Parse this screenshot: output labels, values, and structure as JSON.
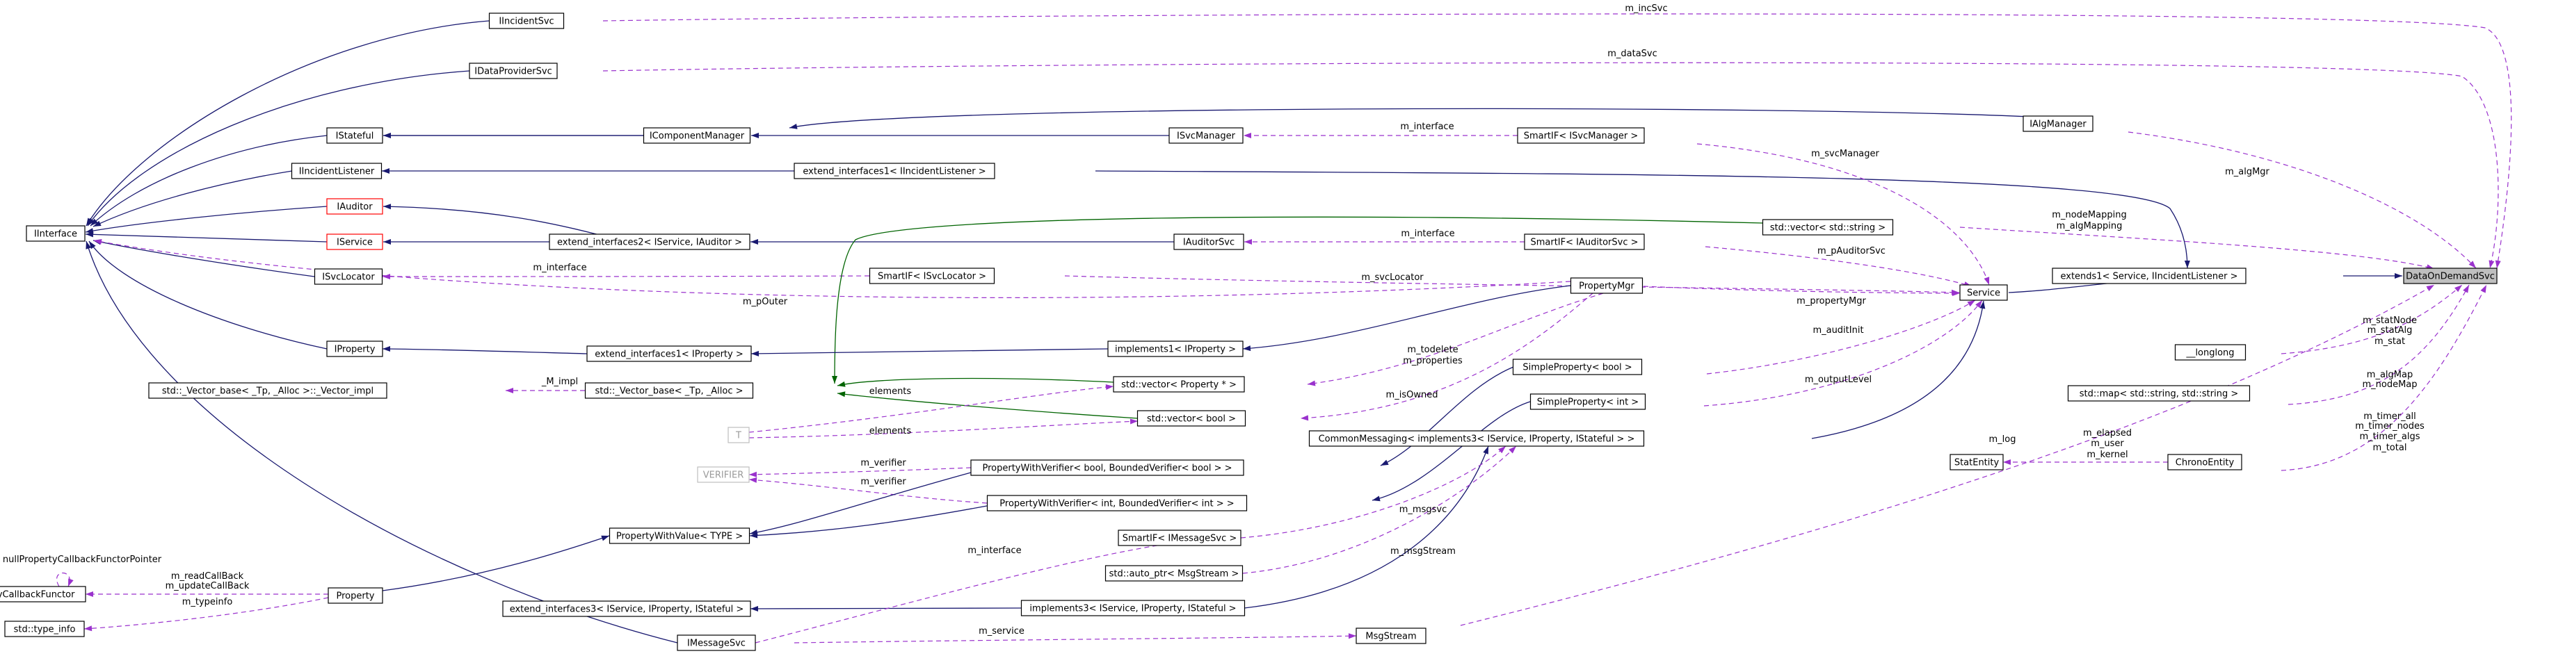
{
  "nodes": [
    {
      "id": "DataOnDemandSvc",
      "label": "DataOnDemandSvc",
      "style": "highlight"
    },
    {
      "id": "IIncidentSvc",
      "label": "IIncidentSvc"
    },
    {
      "id": "IDataProviderSvc",
      "label": "IDataProviderSvc"
    },
    {
      "id": "IStateful",
      "label": "IStateful"
    },
    {
      "id": "IComponentManager",
      "label": "IComponentManager"
    },
    {
      "id": "IAlgManager",
      "label": "IAlgManager"
    },
    {
      "id": "ISvcManager",
      "label": "ISvcManager"
    },
    {
      "id": "SmartIF_ISvcManager",
      "label": "SmartIF< ISvcManager >"
    },
    {
      "id": "IIncidentListener",
      "label": "IIncidentListener"
    },
    {
      "id": "ext1_IIncidentListener",
      "label": "extend_interfaces1< IIncidentListener >"
    },
    {
      "id": "IAuditor",
      "label": "IAuditor",
      "style": "red"
    },
    {
      "id": "IInterface",
      "label": "IInterface"
    },
    {
      "id": "IService",
      "label": "IService",
      "style": "red"
    },
    {
      "id": "ext2_IService_IAuditor",
      "label": "extend_interfaces2< IService, IAuditor >"
    },
    {
      "id": "IAuditorSvc",
      "label": "IAuditorSvc"
    },
    {
      "id": "SmartIF_IAuditorSvc",
      "label": "SmartIF< IAuditorSvc >"
    },
    {
      "id": "vector_string",
      "label": "std::vector< std::string >"
    },
    {
      "id": "ext1_Service_IIncidentListener",
      "label": "extends1< Service, IIncidentListener >"
    },
    {
      "id": "ISvcLocator",
      "label": "ISvcLocator"
    },
    {
      "id": "SmartIF_ISvcLocator",
      "label": "SmartIF< ISvcLocator >"
    },
    {
      "id": "Service",
      "label": "Service"
    },
    {
      "id": "IProperty",
      "label": "IProperty"
    },
    {
      "id": "ext1_IProperty",
      "label": "extend_interfaces1< IProperty >"
    },
    {
      "id": "impl1_IProperty",
      "label": "implements1< IProperty >"
    },
    {
      "id": "PropertyMgr",
      "label": "PropertyMgr"
    },
    {
      "id": "SimpleProperty_bool",
      "label": "SimpleProperty< bool >"
    },
    {
      "id": "SimpleProperty_int",
      "label": "SimpleProperty< int >"
    },
    {
      "id": "longlong",
      "label": "__longlong"
    },
    {
      "id": "map_string_string",
      "label": "std::map< std::string, std::string >"
    },
    {
      "id": "Vector_impl",
      "label": "std::_Vector_base< _Tp, _Alloc >::_Vector_impl"
    },
    {
      "id": "Vector_base",
      "label": "std::_Vector_base< _Tp, _Alloc >"
    },
    {
      "id": "vector_Property_ptr",
      "label": "std::vector< Property * >"
    },
    {
      "id": "T",
      "label": "T",
      "style": "grey"
    },
    {
      "id": "vector_bool",
      "label": "std::vector< bool >"
    },
    {
      "id": "CommonMessaging",
      "label": "CommonMessaging< implements3< IService, IProperty, IStateful > >"
    },
    {
      "id": "StatEntity",
      "label": "StatEntity"
    },
    {
      "id": "ChronoEntity",
      "label": "ChronoEntity"
    },
    {
      "id": "VERIFIER",
      "label": "VERIFIER",
      "style": "grey"
    },
    {
      "id": "PWV_bool",
      "label": "PropertyWithVerifier< bool, BoundedVerifier< bool > >"
    },
    {
      "id": "PWV_int",
      "label": "PropertyWithVerifier< int, BoundedVerifier< int > >"
    },
    {
      "id": "PropertyWithValue",
      "label": "PropertyWithValue< TYPE >"
    },
    {
      "id": "SmartIF_IMessageSvc",
      "label": "SmartIF< IMessageSvc >"
    },
    {
      "id": "PropertyCallbackFunctor",
      "label": "PropertyCallbackFunctor"
    },
    {
      "id": "Property",
      "label": "Property"
    },
    {
      "id": "auto_ptr_MsgStream",
      "label": "std::auto_ptr< MsgStream >"
    },
    {
      "id": "type_info",
      "label": "std::type_info"
    },
    {
      "id": "ext3",
      "label": "extend_interfaces3< IService, IProperty, IStateful >"
    },
    {
      "id": "impl3",
      "label": "implements3< IService, IProperty, IStateful >"
    },
    {
      "id": "IMessageSvc",
      "label": "IMessageSvc"
    },
    {
      "id": "MsgStream",
      "label": "MsgStream"
    }
  ],
  "edges": [
    {
      "id": "e_incSvc",
      "from": "IIncidentSvc",
      "to": "DataOnDemandSvc",
      "kind": "use",
      "label": "m_incSvc"
    },
    {
      "id": "e_dataSvc",
      "from": "IDataProviderSvc",
      "to": "DataOnDemandSvc",
      "kind": "use",
      "label": "m_dataSvc"
    },
    {
      "id": "e_algMgr",
      "from": "IAlgManager",
      "to": "DataOnDemandSvc",
      "kind": "use",
      "label": "m_algMgr"
    },
    {
      "id": "e_nodeMapping",
      "from": "vector_string",
      "to": "DataOnDemandSvc",
      "kind": "use",
      "label": "m_nodeMapping\nm_algMapping"
    },
    {
      "id": "e_ext1svc",
      "from": "ext1_Service_IIncidentListener",
      "to": "DataOnDemandSvc",
      "kind": "inh",
      "label": ""
    },
    {
      "id": "e_statNode",
      "from": "longlong",
      "to": "DataOnDemandSvc",
      "kind": "use",
      "label": "m_statNode\nm_statAlg\nm_stat"
    },
    {
      "id": "e_algMap",
      "from": "map_string_string",
      "to": "DataOnDemandSvc",
      "kind": "use",
      "label": "m_algMap\nm_nodeMap"
    },
    {
      "id": "e_timer",
      "from": "ChronoEntity",
      "to": "DataOnDemandSvc",
      "kind": "use",
      "label": "m_timer_all\nm_timer_nodes\nm_timer_algs\nm_total"
    },
    {
      "id": "e_log",
      "from": "MsgStream",
      "to": "DataOnDemandSvc",
      "kind": "use",
      "label": "m_log"
    },
    {
      "id": "e_svc_ext1",
      "from": "Service",
      "to": "ext1_Service_IIncidentListener",
      "kind": "inh",
      "label": ""
    },
    {
      "id": "e_ill_ext1",
      "from": "IIncidentListener",
      "to": "ext1_Service_IIncidentListener",
      "kind": "inh",
      "label": ""
    },
    {
      "id": "e_svcMgr",
      "from": "SmartIF_ISvcManager",
      "to": "Service",
      "kind": "use",
      "label": "m_svcManager"
    },
    {
      "id": "e_pAud",
      "from": "SmartIF_IAuditorSvc",
      "to": "Service",
      "kind": "use",
      "label": "m_pAuditorSvc"
    },
    {
      "id": "e_svcLoc",
      "from": "SmartIF_ISvcLocator",
      "to": "Service",
      "kind": "use",
      "label": "m_svcLocator"
    },
    {
      "id": "e_propMgr",
      "from": "PropertyMgr",
      "to": "Service",
      "kind": "use",
      "label": "m_propertyMgr"
    },
    {
      "id": "e_auditInit",
      "from": "SimpleProperty_bool",
      "to": "Service",
      "kind": "use",
      "label": "m_auditInit"
    },
    {
      "id": "e_outLvl",
      "from": "SimpleProperty_int",
      "to": "Service",
      "kind": "use",
      "label": "m_outputLevel"
    },
    {
      "id": "e_cm_svc",
      "from": "CommonMessaging",
      "to": "Service",
      "kind": "inh",
      "label": ""
    },
    {
      "id": "e_ifc_inc",
      "from": "IInterface",
      "to": "IIncidentSvc",
      "kind": "inh",
      "label": ""
    },
    {
      "id": "e_ifc_dp",
      "from": "IInterface",
      "to": "IDataProviderSvc",
      "kind": "inh",
      "label": ""
    },
    {
      "id": "e_ifc_st",
      "from": "IInterface",
      "to": "IStateful",
      "kind": "inh",
      "label": ""
    },
    {
      "id": "e_ifc_cm",
      "from": "IInterface",
      "to": "IComponentManager",
      "kind": "inh",
      "label": ""
    },
    {
      "id": "e_ifc_il",
      "from": "IInterface",
      "to": "IIncidentListener",
      "kind": "inh",
      "label": ""
    },
    {
      "id": "e_ifc_loc",
      "from": "IInterface",
      "to": "ISvcLocator",
      "kind": "inh",
      "label": ""
    },
    {
      "id": "e_ifc_prop",
      "from": "IInterface",
      "to": "IProperty",
      "kind": "inh",
      "label": ""
    },
    {
      "id": "e_ifc_msg",
      "from": "IInterface",
      "to": "IMessageSvc",
      "kind": "inh",
      "label": ""
    },
    {
      "id": "e_ifc_svc",
      "from": "IInterface",
      "to": "IService",
      "kind": "inh",
      "label": ""
    },
    {
      "id": "e_ifc_aud",
      "from": "IInterface",
      "to": "IAuditor",
      "kind": "inh",
      "label": ""
    },
    {
      "id": "e_cm_alg",
      "from": "IComponentManager",
      "to": "IAlgManager",
      "kind": "inh",
      "label": ""
    },
    {
      "id": "e_cm_sm",
      "from": "IComponentManager",
      "to": "ISvcManager",
      "kind": "inh",
      "label": ""
    },
    {
      "id": "e_st_cm",
      "from": "IStateful",
      "to": "IComponentManager",
      "kind": "inh",
      "label": ""
    },
    {
      "id": "e_sm_sif",
      "from": "ISvcManager",
      "to": "SmartIF_ISvcManager",
      "kind": "use",
      "label": "m_interface"
    },
    {
      "id": "e_aud_sif",
      "from": "IAuditorSvc",
      "to": "SmartIF_IAuditorSvc",
      "kind": "use",
      "label": "m_interface"
    },
    {
      "id": "e_loc_sif",
      "from": "ISvcLocator",
      "to": "SmartIF_ISvcLocator",
      "kind": "use",
      "label": "m_interface"
    },
    {
      "id": "e_ext2_aud",
      "from": "ext2_IService_IAuditor",
      "to": "IAuditorSvc",
      "kind": "inh",
      "label": ""
    },
    {
      "id": "e_ia_ext2",
      "from": "IAuditor",
      "to": "ext2_IService_IAuditor",
      "kind": "inh",
      "label": ""
    },
    {
      "id": "e_is_ext2",
      "from": "IService",
      "to": "ext2_IService_IAuditor",
      "kind": "inh",
      "label": ""
    },
    {
      "id": "e_ill_ext1b",
      "from": "IIncidentListener",
      "to": "ext1_IIncidentListener",
      "kind": "inh",
      "label": ""
    },
    {
      "id": "e_vb_vs",
      "from": "Vector_base",
      "to": "vector_string",
      "kind": "tmpl",
      "label": ""
    },
    {
      "id": "e_vb_vp",
      "from": "Vector_base",
      "to": "vector_Property_ptr",
      "kind": "tmpl",
      "label": ""
    },
    {
      "id": "e_vb_vbool",
      "from": "Vector_base",
      "to": "vector_bool",
      "kind": "tmpl",
      "label": ""
    },
    {
      "id": "e_impl_vb",
      "from": "Vector_impl",
      "to": "Vector_base",
      "kind": "use",
      "label": "_M_impl"
    },
    {
      "id": "e_T_vp",
      "from": "T",
      "to": "vector_Property_ptr",
      "kind": "use",
      "label": "elements"
    },
    {
      "id": "e_T_vb",
      "from": "T",
      "to": "vector_bool",
      "kind": "use",
      "label": "elements"
    },
    {
      "id": "e_prop_ext1",
      "from": "IProperty",
      "to": "ext1_IProperty",
      "kind": "inh",
      "label": ""
    },
    {
      "id": "e_ext1p_impl",
      "from": "ext1_IProperty",
      "to": "impl1_IProperty",
      "kind": "inh",
      "label": ""
    },
    {
      "id": "e_impl_pm",
      "from": "impl1_IProperty",
      "to": "PropertyMgr",
      "kind": "inh",
      "label": ""
    },
    {
      "id": "e_todelete",
      "from": "vector_Property_ptr",
      "to": "PropertyMgr",
      "kind": "use",
      "label": "m_todelete\nm_properties"
    },
    {
      "id": "e_isowned",
      "from": "vector_bool",
      "to": "PropertyMgr",
      "kind": "use",
      "label": "m_isOwned"
    },
    {
      "id": "e_pouter",
      "from": "IInterface",
      "to": "PropertyMgr",
      "kind": "use",
      "label": "m_pOuter"
    },
    {
      "id": "e_pwvb_spb",
      "from": "PWV_bool",
      "to": "SimpleProperty_bool",
      "kind": "inh",
      "label": ""
    },
    {
      "id": "e_pwvi_spi",
      "from": "PWV_int",
      "to": "SimpleProperty_int",
      "kind": "inh",
      "label": ""
    },
    {
      "id": "e_ver_b",
      "from": "VERIFIER",
      "to": "PWV_bool",
      "kind": "use",
      "label": "m_verifier"
    },
    {
      "id": "e_ver_i",
      "from": "VERIFIER",
      "to": "PWV_int",
      "kind": "use",
      "label": "m_verifier"
    },
    {
      "id": "e_pwv_b",
      "from": "PropertyWithValue",
      "to": "PWV_bool",
      "kind": "inh",
      "label": ""
    },
    {
      "id": "e_pwv_i",
      "from": "PropertyWithValue",
      "to": "PWV_int",
      "kind": "inh",
      "label": ""
    },
    {
      "id": "e_prop_pwv",
      "from": "Property",
      "to": "PropertyWithValue",
      "kind": "inh",
      "label": ""
    },
    {
      "id": "e_cb",
      "from": "PropertyCallbackFunctor",
      "to": "Property",
      "kind": "use",
      "label": "m_readCallBack\nm_updateCallBack"
    },
    {
      "id": "e_ti",
      "from": "type_info",
      "to": "Property",
      "kind": "use",
      "label": "m_typeinfo"
    },
    {
      "id": "e_nullcb",
      "from": "PropertyCallbackFunctor",
      "to": "PropertyCallbackFunctor",
      "kind": "use",
      "label": "nullPropertyCallbackFunctorPointer"
    },
    {
      "id": "e_stat_chrono",
      "from": "StatEntity",
      "to": "ChronoEntity",
      "kind": "use",
      "label": "m_elapsed\nm_user\nm_kernel"
    },
    {
      "id": "e_impl3_cm",
      "from": "impl3",
      "to": "CommonMessaging",
      "kind": "inh",
      "label": ""
    },
    {
      "id": "e_ext3_impl3",
      "from": "ext3",
      "to": "impl3",
      "kind": "inh",
      "label": ""
    },
    {
      "id": "e_msgsvc",
      "from": "SmartIF_IMessageSvc",
      "to": "CommonMessaging",
      "kind": "use",
      "label": "m_msgsvc"
    },
    {
      "id": "e_msgstream",
      "from": "auto_ptr_MsgStream",
      "to": "CommonMessaging",
      "kind": "use",
      "label": "m_msgStream"
    },
    {
      "id": "e_msg_sif",
      "from": "IMessageSvc",
      "to": "SmartIF_IMessageSvc",
      "kind": "use",
      "label": "m_interface"
    },
    {
      "id": "e_service",
      "from": "IMessageSvc",
      "to": "MsgStream",
      "kind": "use",
      "label": "m_service"
    }
  ]
}
